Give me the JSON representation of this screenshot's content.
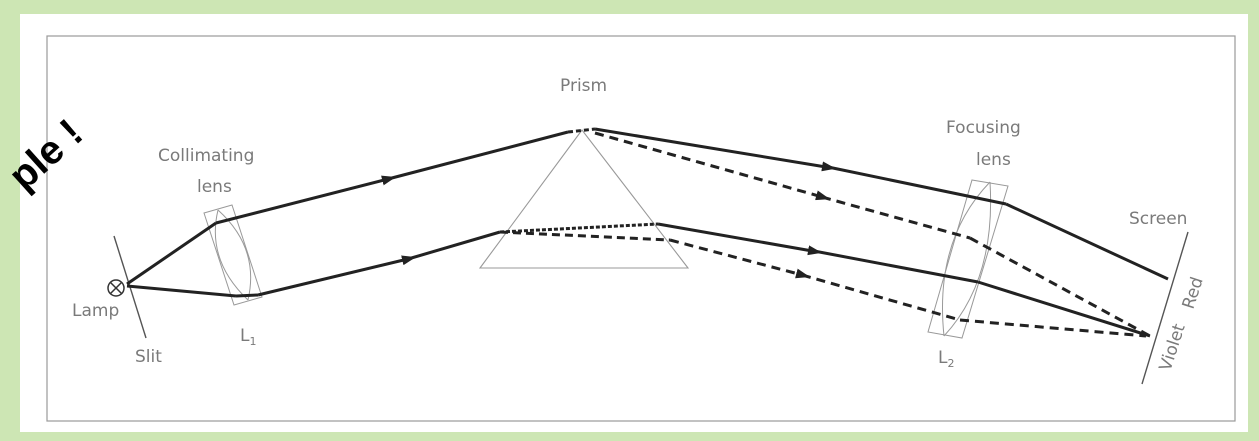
{
  "diagram": {
    "labels": {
      "prism": "Prism",
      "collimating_lens_line1": "Collimating",
      "collimating_lens_line2": "lens",
      "focusing_lens_line1": "Focusing",
      "focusing_lens_line2": "lens",
      "screen": "Screen",
      "lamp": "Lamp",
      "slit": "Slit",
      "l1": "L",
      "l1_sub": "1",
      "l2": "L",
      "l2_sub": "2",
      "red": "Red",
      "violet": "Violet"
    },
    "overlay_text": "ple !",
    "colors": {
      "background": "#cde6b4",
      "panel": "#ffffff",
      "rays": "#222222",
      "outlines": "#8a8a8a",
      "labels": "#7a7a7a"
    }
  }
}
